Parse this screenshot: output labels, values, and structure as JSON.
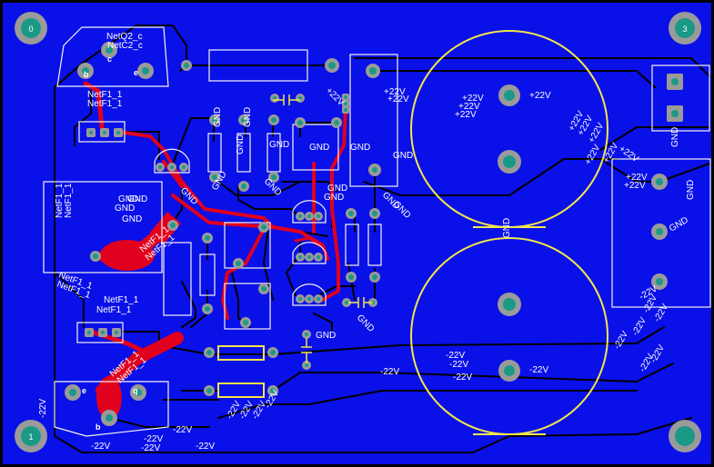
{
  "colors": {
    "board": "#0a10e8",
    "copper_top": "#e1001e",
    "copper_bottom": "#000000",
    "pad": "#9a9a9a",
    "pad_hole": "#1a9a86",
    "silkscreen": "#ffffff",
    "cap_outline": "#f2e64a",
    "background": "#000000"
  },
  "mount_holes": [
    {
      "id": "0"
    },
    {
      "id": "3"
    },
    {
      "id": "1"
    },
    {
      "id": ""
    }
  ],
  "labels": {
    "netq2": "NetQ2_c",
    "netc2": "NetC2_c",
    "pin_b_top": "b",
    "pin_c_top": "c",
    "pin_e_top": "e",
    "netf1_a": "NetF1_1",
    "netf1_b": "NetF1_1",
    "netf1_left_a": "NetF1_1",
    "netf1_left_b": "NetF1_1",
    "netf1_mid_a": "NetF1_1",
    "netf1_mid_b": "NetF1_1",
    "netf1_diag_a": "NetF1_1",
    "netf1_diag_b": "NetF1_1",
    "netf1_low_a": "NetF1_1",
    "netf1_low_b": "NetF1_1",
    "netf1_bot_a": "NetF1_1",
    "netf1_bot_b": "NetF1_1",
    "pin_e_bot": "e",
    "pin_q_bot": "q",
    "pin_b_bot": "b",
    "gnd": "GND",
    "p22": "+22V",
    "n22": "-22V"
  }
}
